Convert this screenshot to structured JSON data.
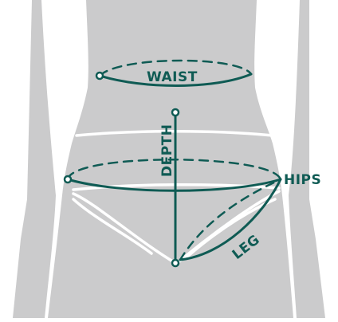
{
  "labels": {
    "waist": "WAIST",
    "depth": "DEPTH",
    "hips": "HIPS",
    "leg": "LEG"
  },
  "colors": {
    "body": "#cbcbcc",
    "underwear_line": "#ffffff",
    "measure": "#0f5b54"
  }
}
